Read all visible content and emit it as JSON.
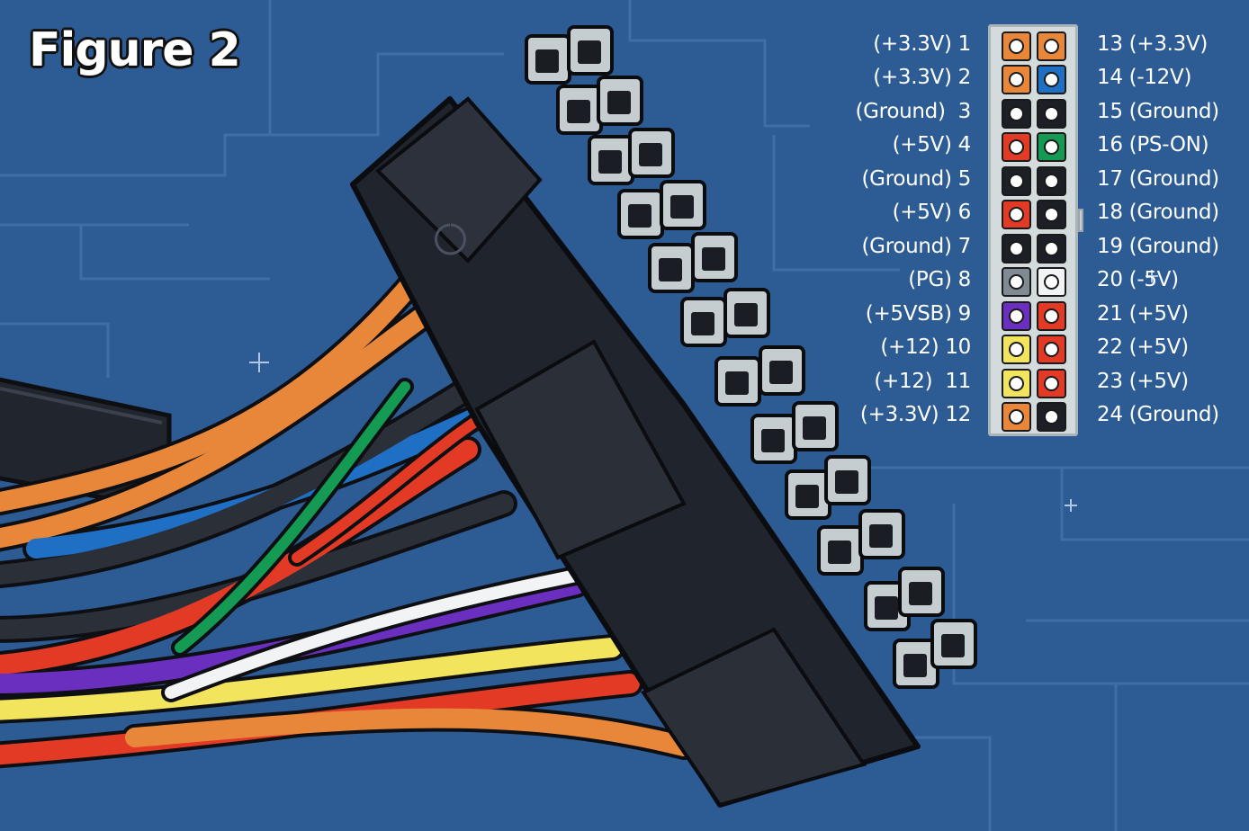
{
  "figure_label": "Figure 2",
  "wire_colors": {
    "orange": "#e8873a",
    "blue": "#1f6fc4",
    "black": "#1c1f26",
    "red": "#e23a25",
    "green": "#149a52",
    "gray": "#7f8a92",
    "white": "#f1f3f4",
    "purple": "#6a2fbf",
    "yellow": "#f2e45c"
  },
  "pinout": {
    "left_column": [
      {
        "label": "(+3.3V) 1",
        "color": "orange"
      },
      {
        "label": "(+3.3V) 2",
        "color": "orange"
      },
      {
        "label": "(Ground)  3",
        "color": "black"
      },
      {
        "label": "(+5V) 4",
        "color": "red"
      },
      {
        "label": "(Ground) 5",
        "color": "black"
      },
      {
        "label": "(+5V) 6",
        "color": "red"
      },
      {
        "label": "(Ground) 7",
        "color": "black"
      },
      {
        "label": "(PG) 8",
        "color": "gray"
      },
      {
        "label": "(+5VSB) 9",
        "color": "purple"
      },
      {
        "label": "(+12) 10",
        "color": "yellow"
      },
      {
        "label": "(+12)  11",
        "color": "yellow"
      },
      {
        "label": "(+3.3V) 12",
        "color": "orange"
      }
    ],
    "right_column": [
      {
        "label": "13 (+3.3V)",
        "color": "orange"
      },
      {
        "label": "14 (-12V)",
        "color": "blue"
      },
      {
        "label": "15 (Ground)",
        "color": "black"
      },
      {
        "label": "16 (PS-ON)",
        "color": "green"
      },
      {
        "label": "17 (Ground)",
        "color": "black"
      },
      {
        "label": "18 (Ground)",
        "color": "black"
      },
      {
        "label": "19 (Ground)",
        "color": "black"
      },
      {
        "label": "20 (-5V)",
        "color": "white"
      },
      {
        "label": "21 (+5V)",
        "color": "red"
      },
      {
        "label": "22 (+5V)",
        "color": "red"
      },
      {
        "label": "23 (+5V)",
        "color": "red"
      },
      {
        "label": "24 (Ground)",
        "color": "black"
      }
    ]
  }
}
